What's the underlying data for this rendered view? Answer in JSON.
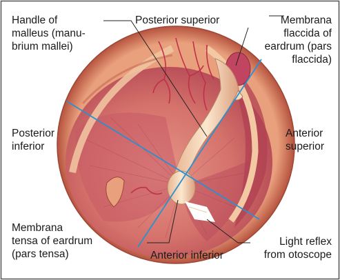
{
  "colors": {
    "tympanum_base": "#d9776b",
    "tympanum_dark": "#a8405a",
    "rim": "#b03a40",
    "malleus": "#f5d9b8",
    "axis_line": "#2b8fd0",
    "leader_line": "#222222",
    "vessel": "#c0304a",
    "border": "#555555"
  },
  "labels": {
    "handle_malleus": [
      "Handle of",
      "malleus (manu-",
      "brium mallei)"
    ],
    "posterior_superior": "Posterior superior",
    "pars_flaccida": [
      "Membrana",
      "flaccida of",
      "eardrum (pars",
      "flaccida)"
    ],
    "posterior_inferior": [
      "Posterior",
      "inferior"
    ],
    "anterior_superior": [
      "Anterior",
      "superior"
    ],
    "pars_tensa": [
      "Membrana",
      "tensa of eardrum",
      "(pars tensa)"
    ],
    "anterior_inferior": "Anterior inferior",
    "light_reflex": [
      "Light reflex",
      "from otoscope"
    ]
  }
}
